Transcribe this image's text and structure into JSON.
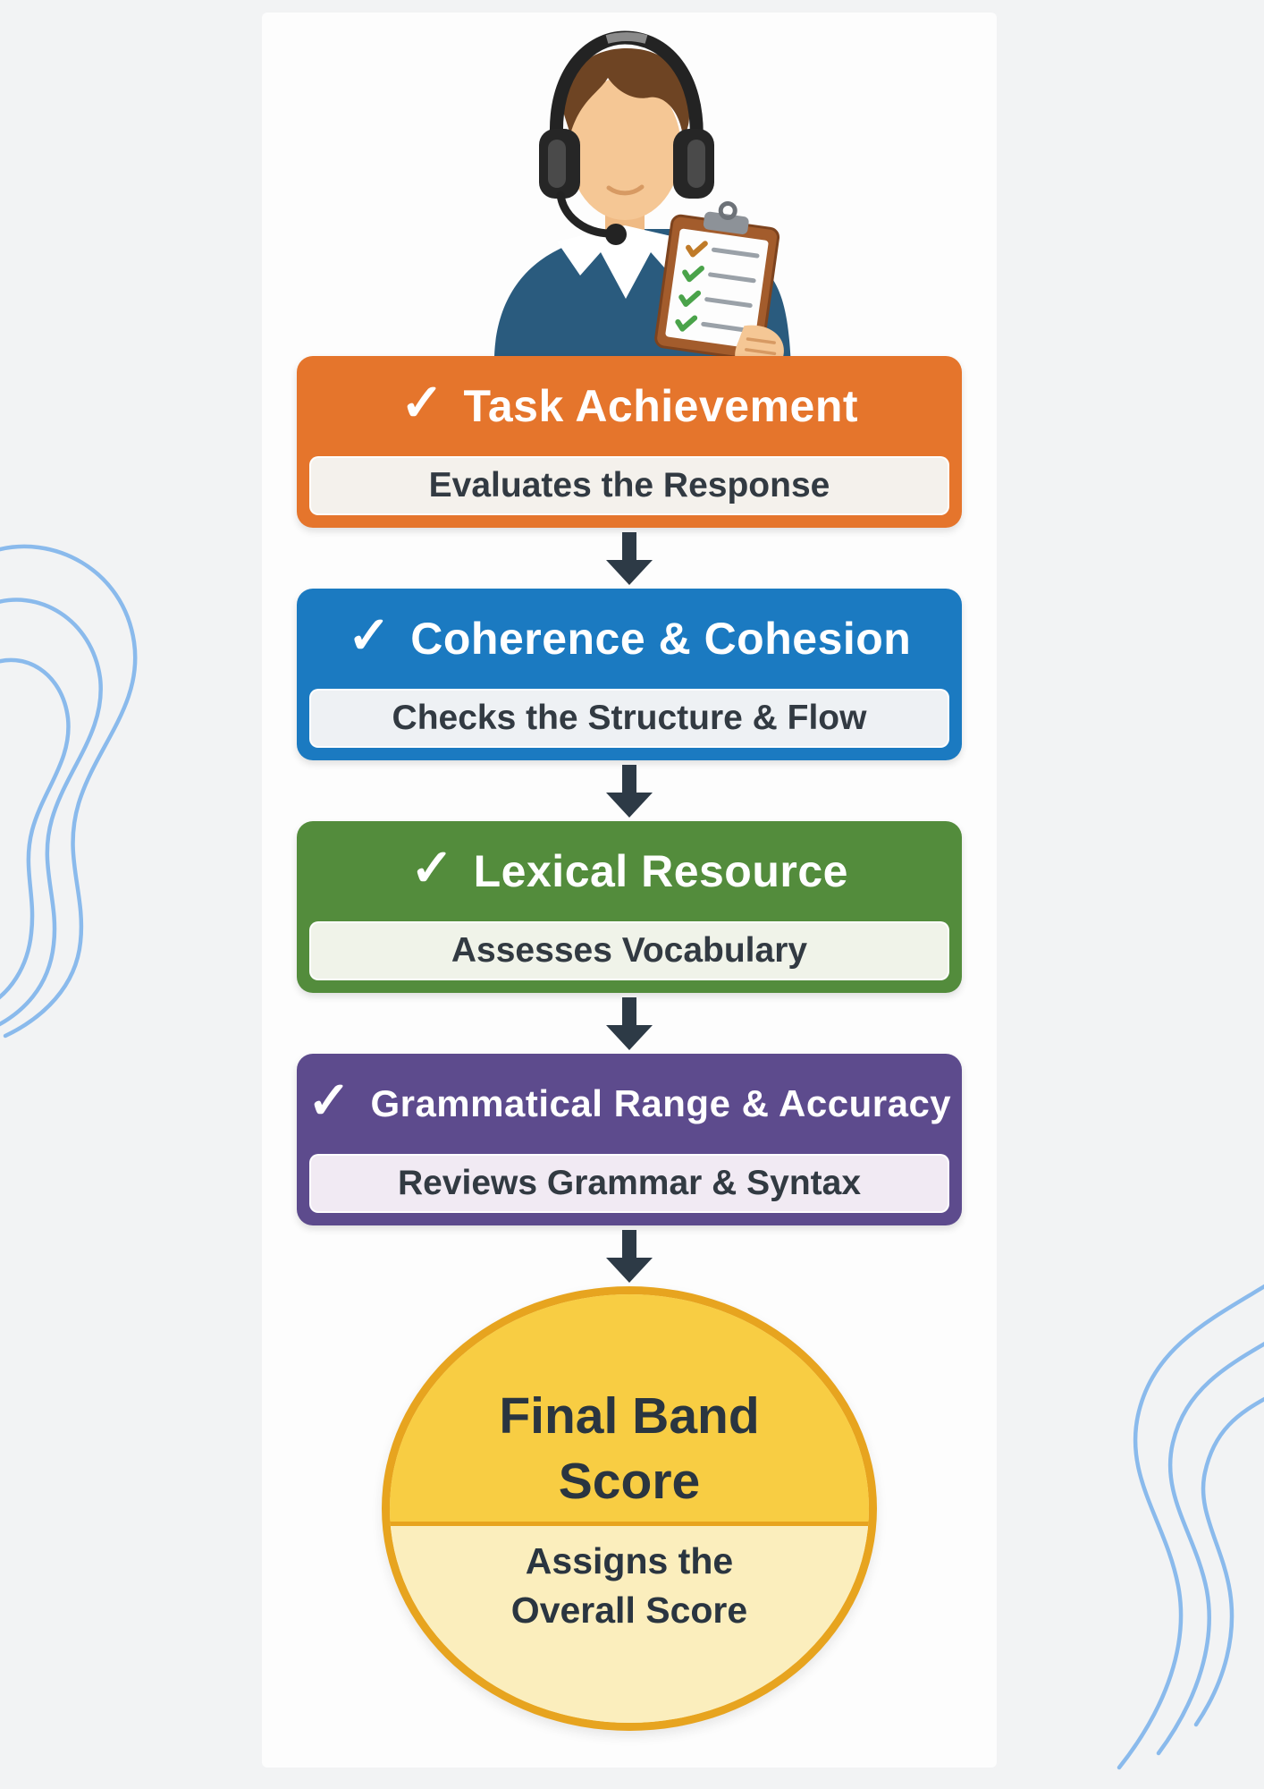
{
  "illustration": {
    "name": "examiner-with-headset-holding-checklist-clipboard",
    "colors": {
      "sweater": "#2a5b7e",
      "skin": "#f5c795",
      "hair": "#6e4423",
      "headset": "#232323",
      "clipboard_frame": "#a35c2c",
      "clipboard_paper": "#fdfdfd",
      "checkmark_green": "#4aa34a"
    }
  },
  "icons": {
    "check": "✓"
  },
  "steps": [
    {
      "title": "Task Achievement",
      "subtitle": "Evaluates the Response",
      "color": "#e5752c",
      "sub_bg": "#f4f1ec"
    },
    {
      "title": "Coherence & Cohesion",
      "subtitle": "Checks the Structure & Flow",
      "color": "#1b7ac1",
      "sub_bg": "#eef1f4"
    },
    {
      "title": "Lexical Resource",
      "subtitle": "Assesses Vocabulary",
      "color": "#538c3c",
      "sub_bg": "#f0f3e9"
    },
    {
      "title": "Grammatical Range & Accuracy",
      "subtitle": "Reviews Grammar & Syntax",
      "color": "#5d4b8d",
      "sub_bg": "#f1eaf3"
    }
  ],
  "arrow": {
    "color": "#2d3a46"
  },
  "decor": {
    "color": "#8abaec"
  },
  "final": {
    "title_lines": [
      "Final Band",
      "Score"
    ],
    "subtitle_lines": [
      "Assigns the",
      "Overall Score"
    ],
    "top_color": "#f8cd43",
    "bottom_color": "#fbeebd",
    "border_color": "#e7a41f",
    "text_color": "#2a3540"
  }
}
